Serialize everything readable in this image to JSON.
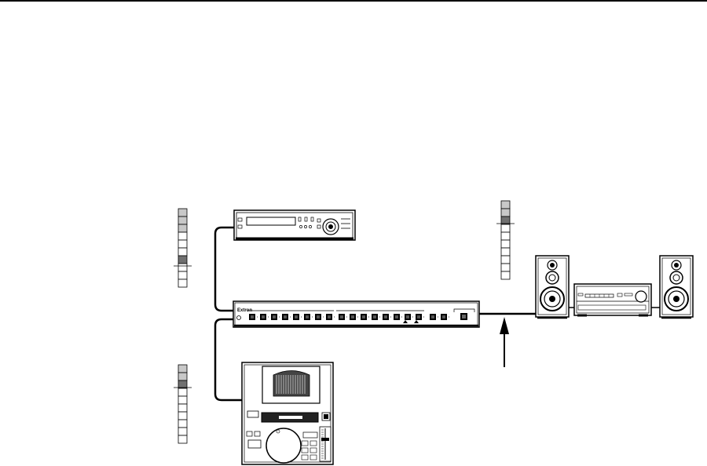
{
  "header": {
    "rule": true
  },
  "switcher": {
    "brand": "Extron"
  },
  "meters": [
    {
      "name": "vcr-level-meter",
      "segments": 10,
      "levels": [
        "light",
        "light",
        "light",
        "white",
        "white",
        "white",
        "dark",
        "white",
        "white",
        "white"
      ]
    },
    {
      "name": "amp-level-meter",
      "segments": 10,
      "levels": [
        "light",
        "light",
        "dark",
        "white",
        "white",
        "white",
        "white",
        "white",
        "white",
        "white"
      ]
    },
    {
      "name": "cd-level-meter",
      "segments": 10,
      "levels": [
        "light",
        "light",
        "dark",
        "white",
        "white",
        "white",
        "white",
        "white",
        "white",
        "white"
      ]
    }
  ],
  "colors": {
    "line": "#000000",
    "light_segment": "#c8c8c8",
    "dark_segment": "#707070",
    "cable": "#000000"
  },
  "devices": {
    "vcr": "vcr-icon",
    "cd_player": "cd-player-icon",
    "switcher": "audio-switcher-icon",
    "amplifier": "amplifier-icon",
    "speaker_left": "speaker-icon",
    "speaker_right": "speaker-icon"
  }
}
